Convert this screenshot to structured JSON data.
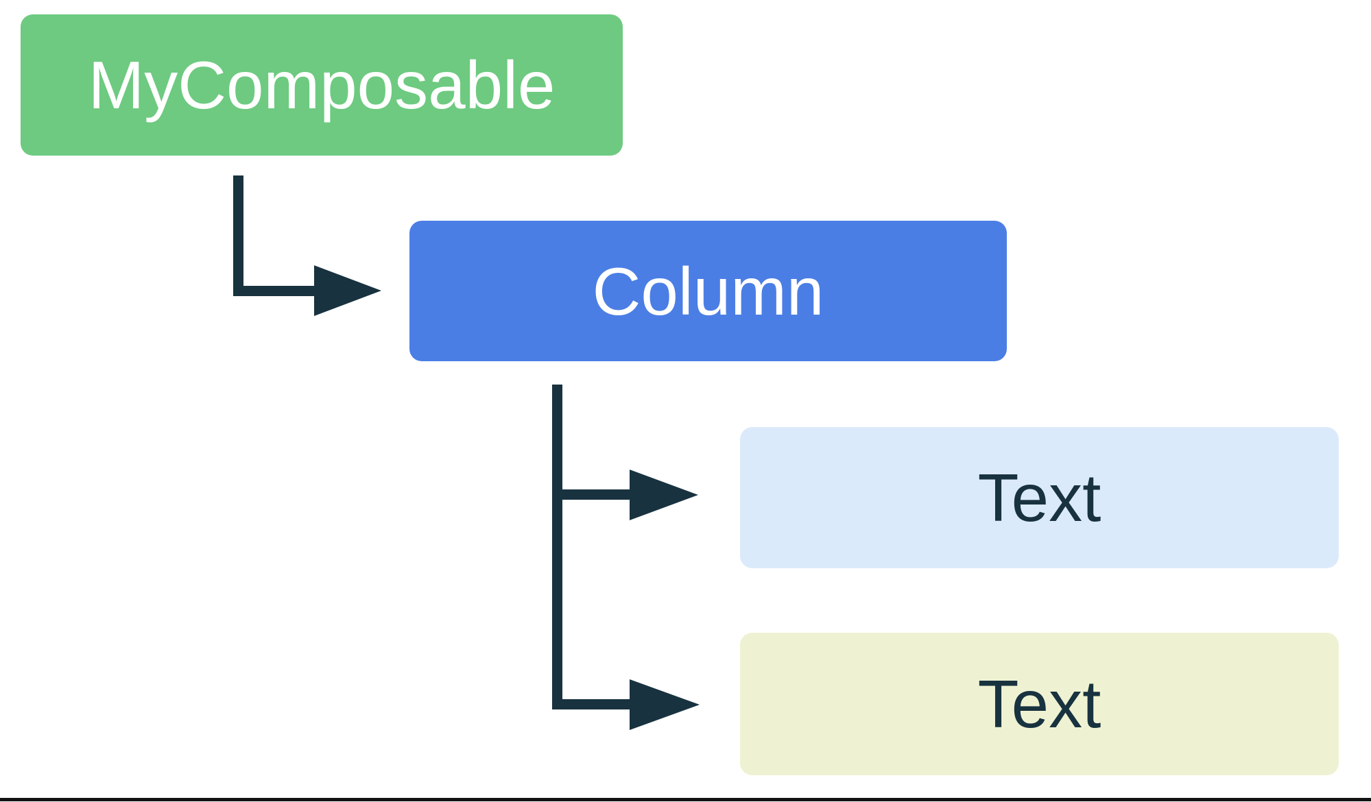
{
  "diagram": {
    "background": "#FFFFFF",
    "connector_color": "#18323F",
    "bottom_rule_color": "#121212",
    "nodes": [
      {
        "id": "mycomposable",
        "label": "MyComposable",
        "bg": "#6DCA80",
        "text_color": "#FFFFFF"
      },
      {
        "id": "column",
        "label": "Column",
        "bg": "#4B7EE5",
        "text_color": "#FFFFFF"
      },
      {
        "id": "text-1",
        "label": "Text",
        "bg": "#DBEAFB",
        "text_color": "#18323F"
      },
      {
        "id": "text-2",
        "label": "Text",
        "bg": "#EFF2D2",
        "text_color": "#18323F"
      }
    ],
    "edges": [
      {
        "from": "mycomposable",
        "to": "column"
      },
      {
        "from": "column",
        "to": "text-1"
      },
      {
        "from": "column",
        "to": "text-2"
      }
    ]
  }
}
